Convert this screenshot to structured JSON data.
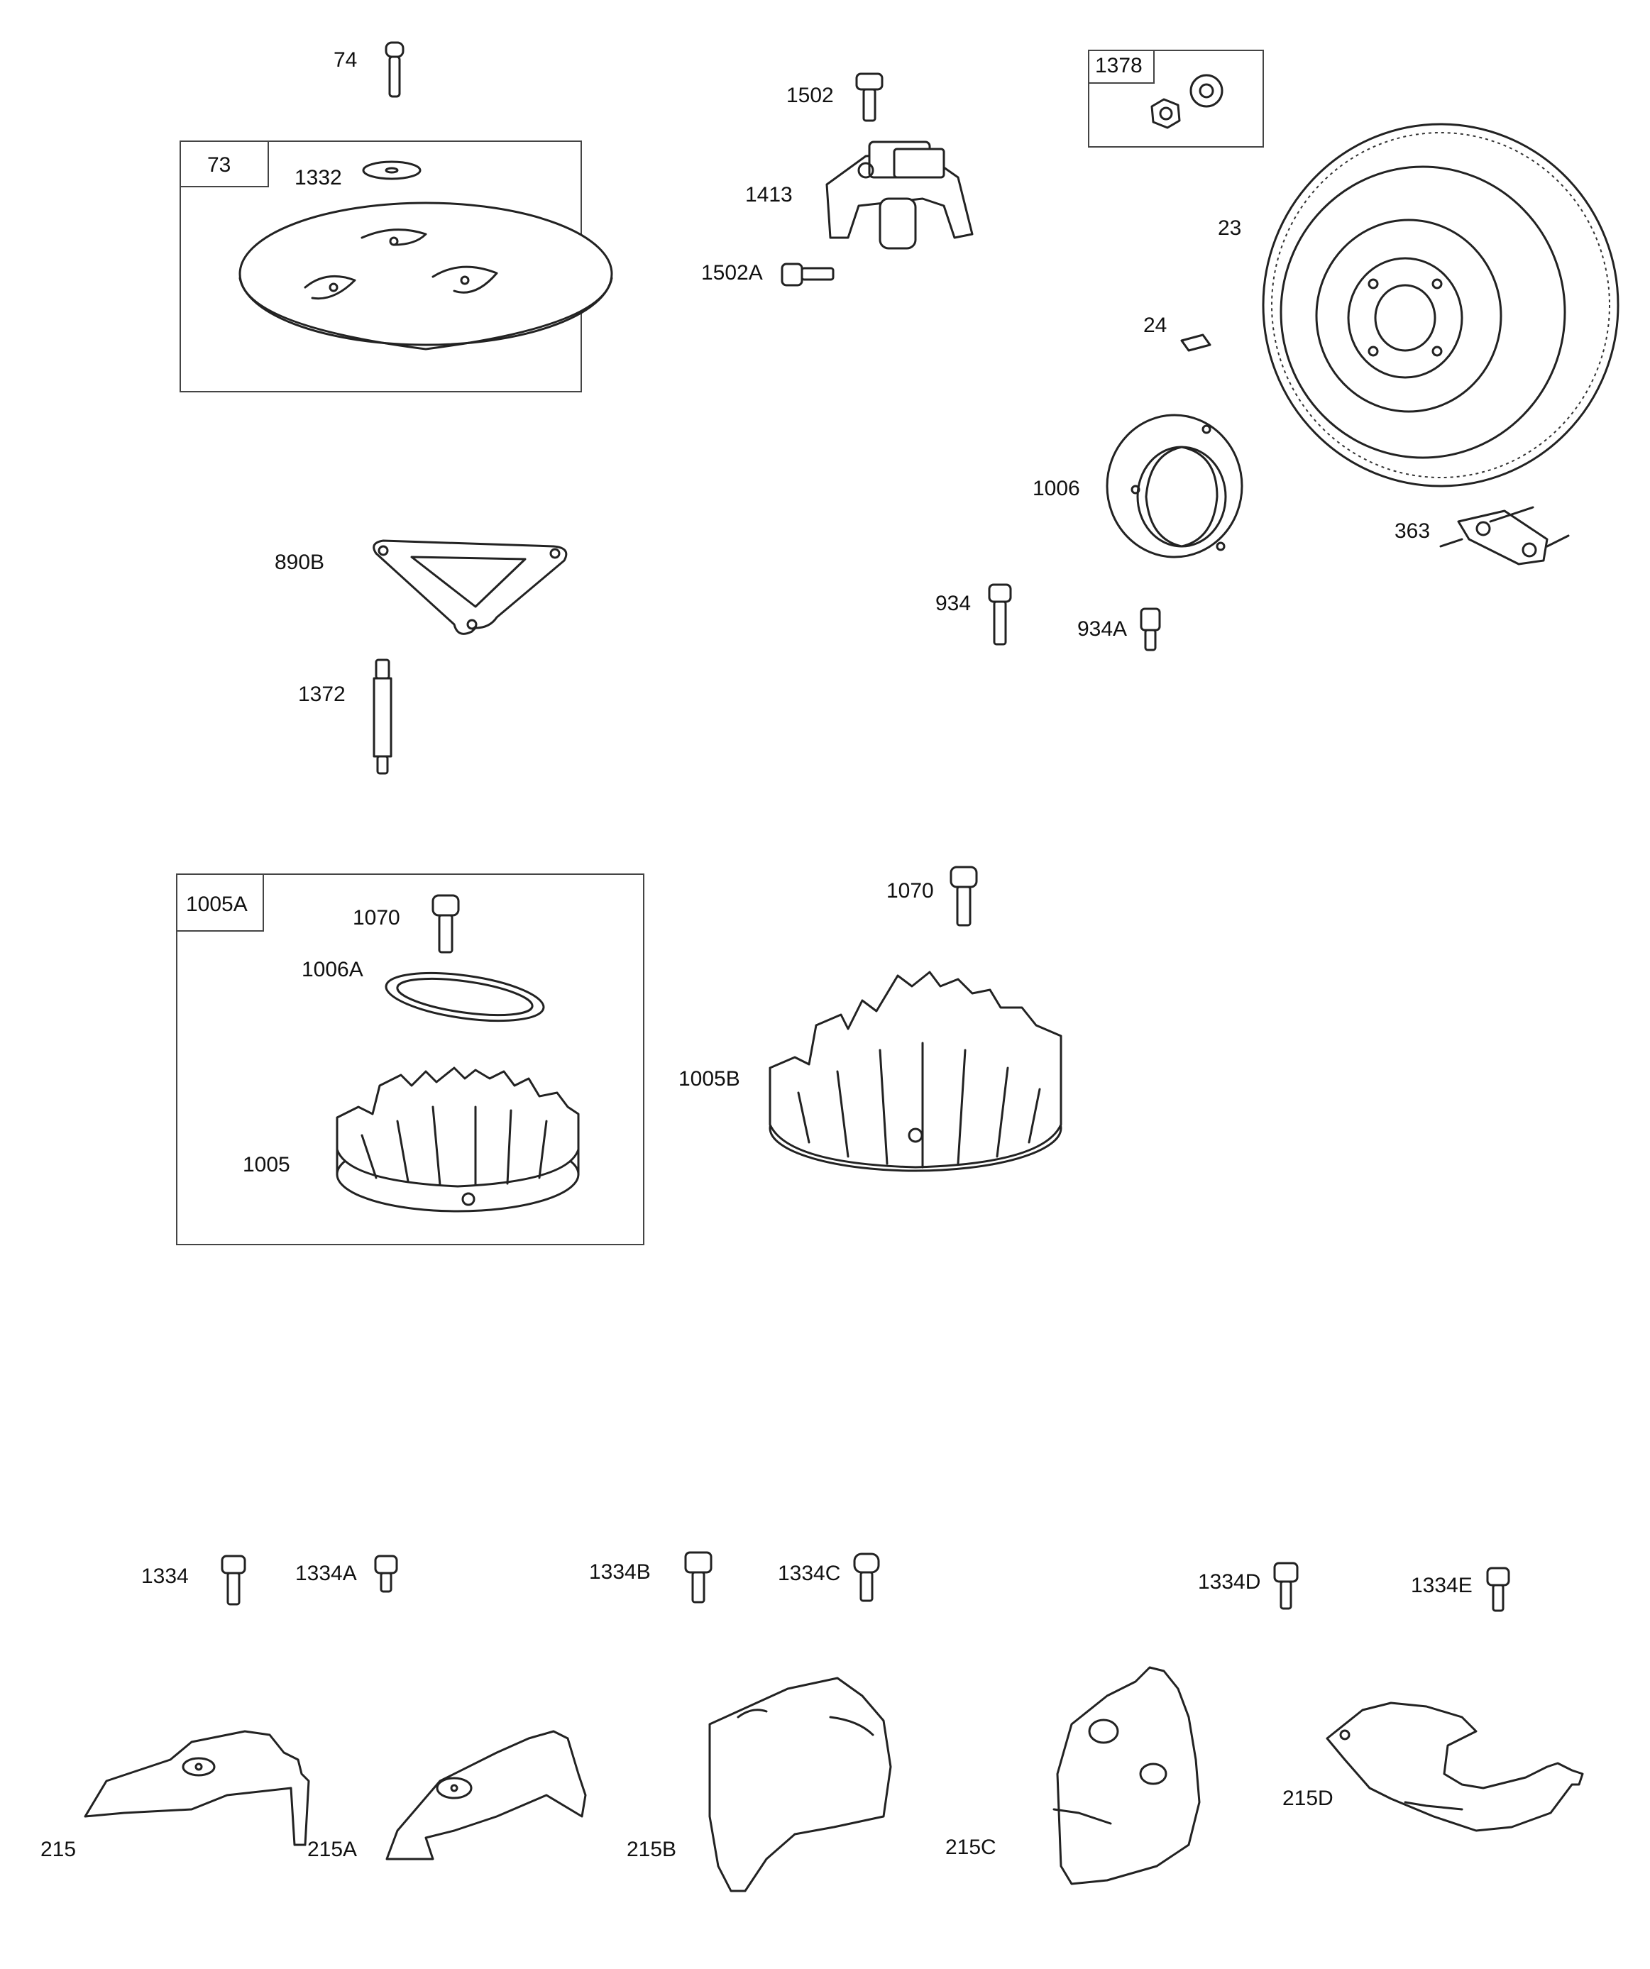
{
  "labels": {
    "l74": "74",
    "l73": "73",
    "l1332": "1332",
    "l1502": "1502",
    "l1413": "1413",
    "l1502A": "1502A",
    "l1378": "1378",
    "l23": "23",
    "l24": "24",
    "l1006": "1006",
    "l363": "363",
    "l934": "934",
    "l934A": "934A",
    "l890B": "890B",
    "l1372": "1372",
    "l1005A": "1005A",
    "l1070a": "1070",
    "l1006A": "1006A",
    "l1005": "1005",
    "l1070b": "1070",
    "l1005B": "1005B",
    "l1334": "1334",
    "l1334A": "1334A",
    "l1334B": "1334B",
    "l1334C": "1334C",
    "l1334D": "1334D",
    "l1334E": "1334E",
    "l215": "215",
    "l215A": "215A",
    "l215B": "215B",
    "l215C": "215C",
    "l215D": "215D"
  }
}
